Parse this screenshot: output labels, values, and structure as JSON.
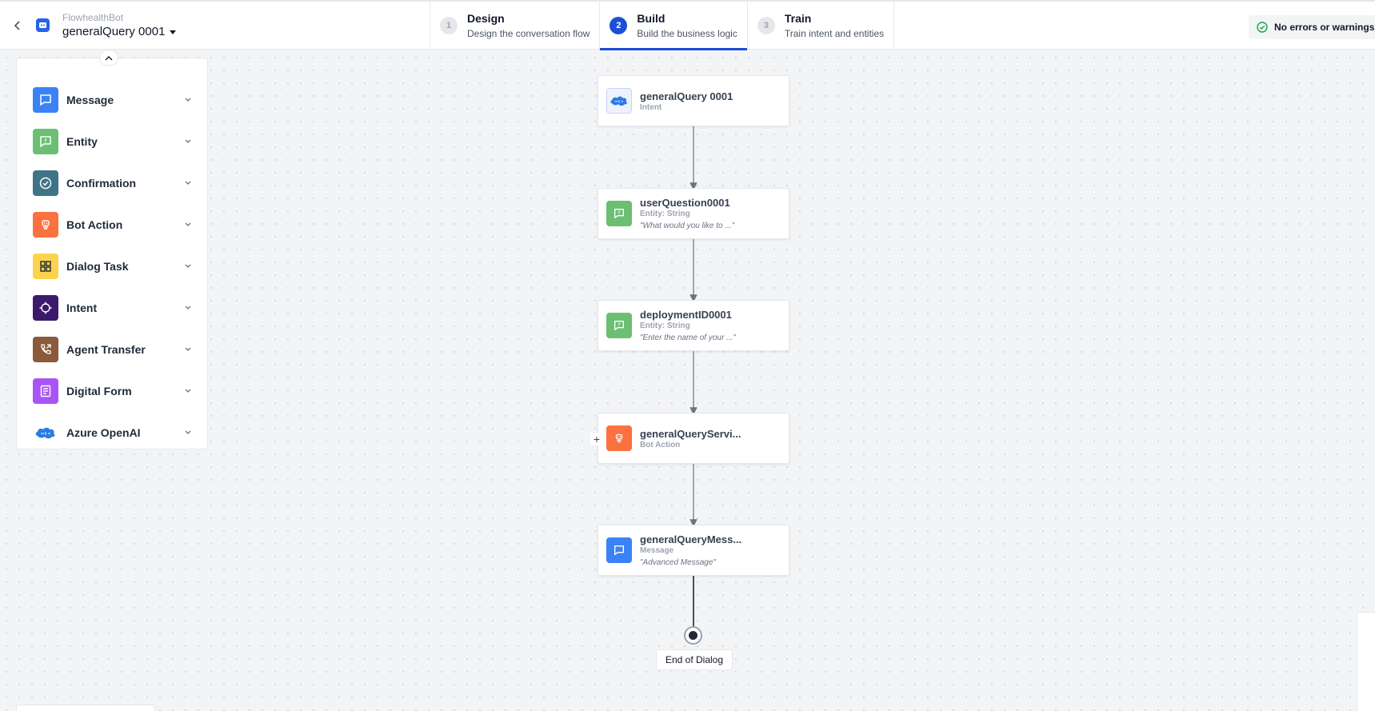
{
  "header": {
    "bot_name": "FlowhealthBot",
    "flow_name": "generalQuery 0001",
    "steps": [
      {
        "number": "1",
        "title": "Design",
        "subtitle": "Design the conversation flow",
        "active": false
      },
      {
        "number": "2",
        "title": "Build",
        "subtitle": "Build the business logic",
        "active": true
      },
      {
        "number": "3",
        "title": "Train",
        "subtitle": "Train intent and entities",
        "active": false
      }
    ],
    "status": "No errors or warnings",
    "status_color": "#16a34a",
    "accent": "#1d4ed8"
  },
  "palette": {
    "items": [
      {
        "label": "Message",
        "icon": "message-bubble-icon",
        "color": "#3b82f6"
      },
      {
        "label": "Entity",
        "icon": "entity-chat-icon",
        "color": "#6bbf73"
      },
      {
        "label": "Confirmation",
        "icon": "check-circle-icon",
        "color": "#3f7387"
      },
      {
        "label": "Bot Action",
        "icon": "bot-action-icon",
        "color": "#fb7140"
      },
      {
        "label": "Dialog Task",
        "icon": "dialog-task-icon",
        "color": "#fcd34d"
      },
      {
        "label": "Intent",
        "icon": "crosshair-icon",
        "color": "#3b1a6b"
      },
      {
        "label": "Agent Transfer",
        "icon": "phone-transfer-icon",
        "color": "#8a5a3b"
      },
      {
        "label": "Digital Form",
        "icon": "form-icon",
        "color": "#a855f7"
      },
      {
        "label": "Azure OpenAI",
        "icon": "azure-brain-icon",
        "color": "#2b7be4"
      }
    ]
  },
  "flow": {
    "nodes": [
      {
        "title": "generalQuery 0001",
        "subtitle": "Intent",
        "prompt": "",
        "icon": "azure-brain-icon"
      },
      {
        "title": "userQuestion0001",
        "subtitle": "Entity: String",
        "prompt": "\"What would you like to ...\"",
        "icon": "entity-chat-icon"
      },
      {
        "title": "deploymentID0001",
        "subtitle": "Entity: String",
        "prompt": "\"Enter the name of your ...\"",
        "icon": "entity-chat-icon"
      },
      {
        "title": "generalQueryServi...",
        "subtitle": "Bot Action",
        "prompt": "",
        "icon": "bot-action-icon"
      },
      {
        "title": "generalQueryMess...",
        "subtitle": "Message",
        "prompt": "\"Advanced Message\"",
        "icon": "message-bubble-icon"
      }
    ],
    "end_label": "End of Dialog",
    "add_symbol": "+"
  }
}
